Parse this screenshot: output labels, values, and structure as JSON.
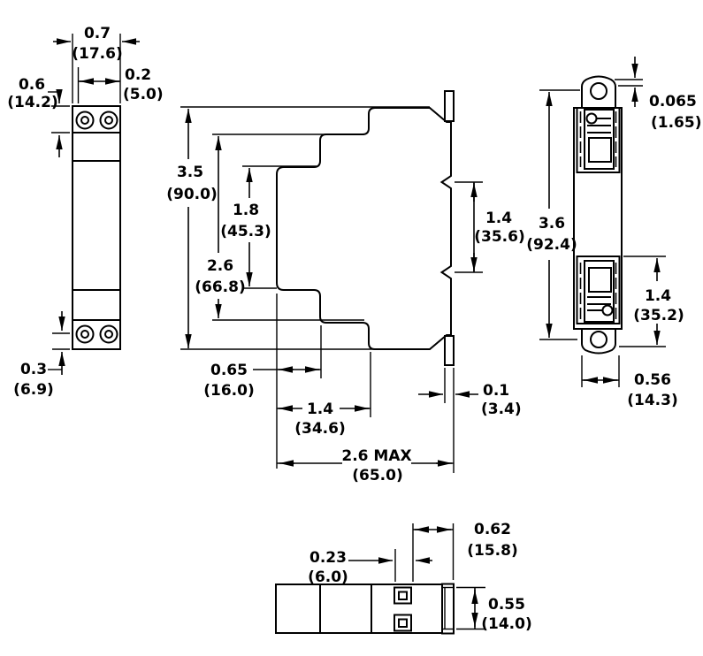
{
  "colors": {
    "background": "#ffffff",
    "body_fill": "#d2d3d4",
    "outline": "#000000"
  },
  "dims": {
    "front_width": {
      "in": "0.7",
      "mm": "(17.6)"
    },
    "front_pitch": {
      "in": "0.2",
      "mm": "(5.0)"
    },
    "front_top": {
      "in": "0.6",
      "mm": "(14.2)"
    },
    "front_bottom": {
      "in": "0.3",
      "mm": "(6.9)"
    },
    "side_height": {
      "in": "3.5",
      "mm": "(90.0)"
    },
    "side_mid_height": {
      "in": "2.6",
      "mm": "(66.8)"
    },
    "side_front_height": {
      "in": "1.8",
      "mm": "(45.3)"
    },
    "side_rail_slot": {
      "in": "1.4",
      "mm": "(35.6)"
    },
    "side_front_depth": {
      "in": "0.65",
      "mm": "(16.0)"
    },
    "side_mid_depth": {
      "in": "1.4",
      "mm": "(34.6)"
    },
    "side_max_depth": {
      "in": "2.6 MAX",
      "mm": "(65.0)"
    },
    "side_rail_tab": {
      "in": "0.1",
      "mm": "(3.4)"
    },
    "rear_height": {
      "in": "3.6",
      "mm": "(92.4)"
    },
    "rear_tab_offset": {
      "in": "0.065",
      "mm": "(1.65)"
    },
    "rear_clip_span": {
      "in": "1.4",
      "mm": "(35.2)"
    },
    "rear_tab_width": {
      "in": "0.56",
      "mm": "(14.3)"
    },
    "bottom_offset": {
      "in": "0.23",
      "mm": "(6.0)"
    },
    "bottom_tab_depth": {
      "in": "0.62",
      "mm": "(15.8)"
    },
    "bottom_width": {
      "in": "0.55",
      "mm": "(14.0)"
    }
  }
}
